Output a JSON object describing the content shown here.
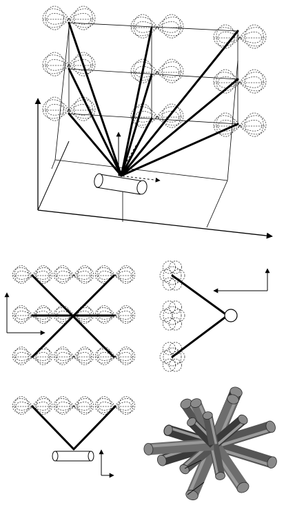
{
  "figure": {
    "panels": [
      {
        "id": "perspective-lattice",
        "description_visible_text": ""
      },
      {
        "id": "front-view-cross",
        "description_visible_text": ""
      },
      {
        "id": "side-view-chevron",
        "description_visible_text": ""
      },
      {
        "id": "bottom-v-arrangement",
        "description_visible_text": ""
      },
      {
        "id": "rod-cluster-rendering",
        "description_visible_text": ""
      }
    ],
    "colors": {
      "ink": "#000000",
      "dotted": "#333333",
      "rod_dark": "#3a3a3a",
      "rod_mid": "#6d6d6d",
      "rod_light": "#9a9a9a",
      "background": "#ffffff"
    },
    "icons": [
      "axis-arrow-icon",
      "cylinder-icon",
      "circle-icon"
    ]
  }
}
